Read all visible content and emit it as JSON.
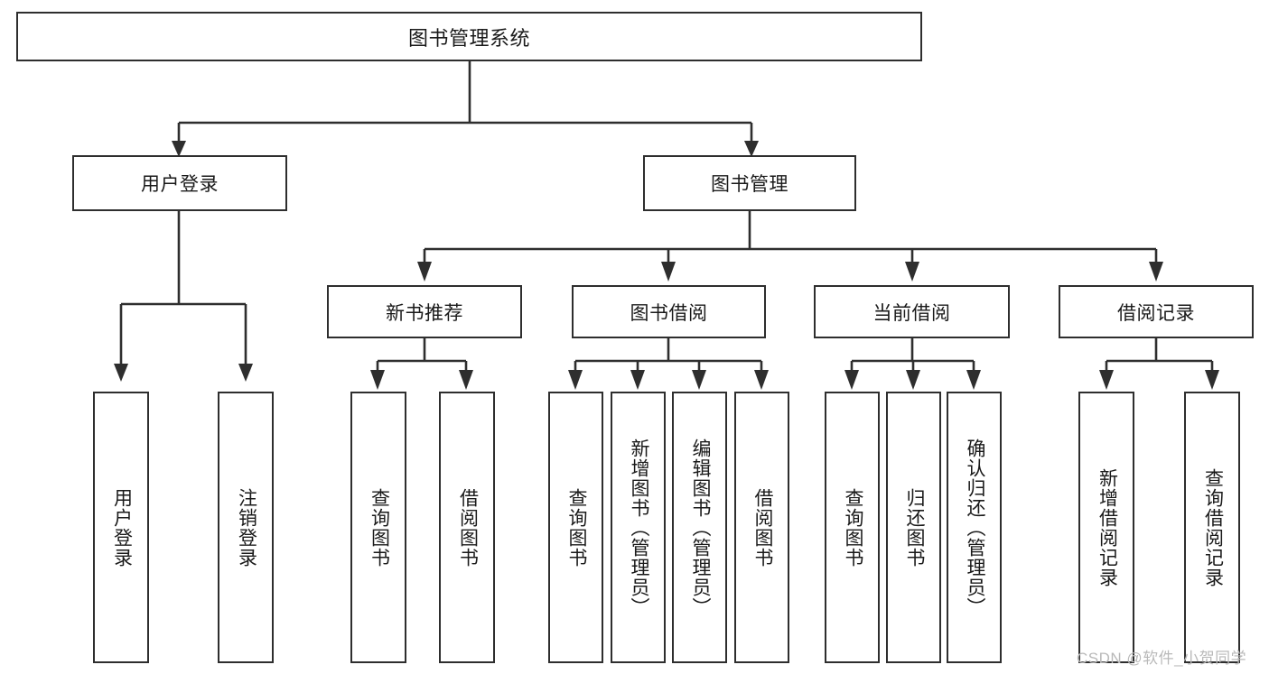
{
  "diagram": {
    "title": "图书管理系统",
    "type": "hierarchy-tree",
    "levels": 4,
    "root": {
      "label": "图书管理系统"
    },
    "level2": [
      {
        "label": "用户登录"
      },
      {
        "label": "图书管理"
      }
    ],
    "level3": [
      {
        "label": "新书推荐",
        "parent": "图书管理"
      },
      {
        "label": "图书借阅",
        "parent": "图书管理"
      },
      {
        "label": "当前借阅",
        "parent": "图书管理"
      },
      {
        "label": "借阅记录",
        "parent": "图书管理"
      }
    ],
    "leaves": [
      {
        "label": "用户登录",
        "parent": "用户登录"
      },
      {
        "label": "注销登录",
        "parent": "用户登录"
      },
      {
        "label": "查询图书",
        "parent": "新书推荐"
      },
      {
        "label": "借阅图书",
        "parent": "新书推荐"
      },
      {
        "label": "查询图书",
        "parent": "图书借阅"
      },
      {
        "label": "新增图书（管理员）",
        "parent": "图书借阅"
      },
      {
        "label": "编辑图书（管理员）",
        "parent": "图书借阅"
      },
      {
        "label": "借阅图书",
        "parent": "图书借阅"
      },
      {
        "label": "查询图书",
        "parent": "当前借阅"
      },
      {
        "label": "归还图书",
        "parent": "当前借阅"
      },
      {
        "label": "确认归还（管理员）",
        "parent": "当前借阅"
      },
      {
        "label": "新增借阅记录",
        "parent": "借阅记录"
      },
      {
        "label": "查询借阅记录",
        "parent": "借阅记录"
      }
    ],
    "watermark": "CSDN @软件_小贺同学",
    "colors": {
      "stroke": "#2e2e2e",
      "background": "#ffffff",
      "text": "#1a1a1a",
      "watermark": "#b9b9b9"
    }
  }
}
